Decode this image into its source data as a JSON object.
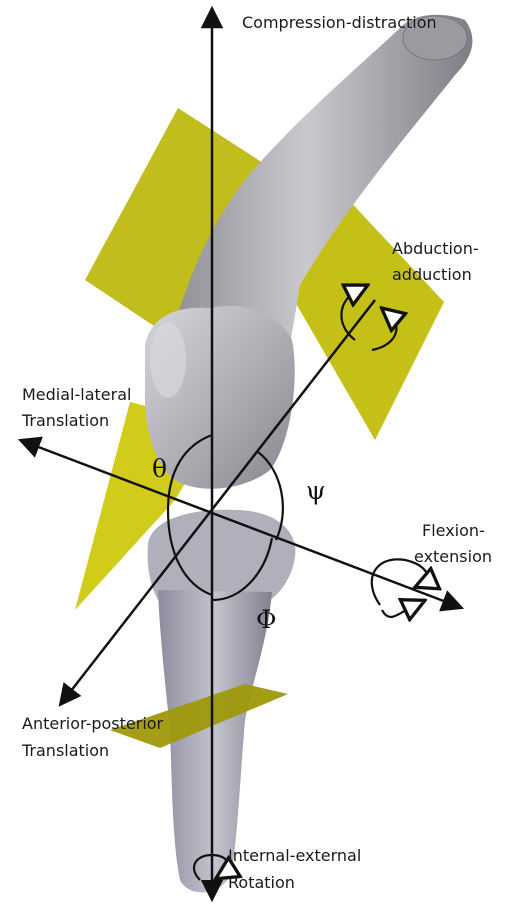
{
  "labels": {
    "compression": "Compression-distraction",
    "abduction_line1": "Abduction-",
    "abduction_line2": "adduction",
    "medial_line1": "Medial-lateral",
    "medial_line2": "Translation",
    "flexion_line1": "Flexion-",
    "flexion_line2": "extension",
    "anterior_line1": "Anterior-posterior",
    "anterior_line2": "Translation",
    "internal_line1": "Internal-external",
    "internal_line2": "Rotation"
  },
  "angles": {
    "theta": "θ",
    "psi": "ψ",
    "phi": "Φ"
  },
  "colors": {
    "plane": "#bdb80a",
    "plane_dark": "#8f8b05",
    "bone": "#a9a9ae",
    "bone_light": "#cfcfd4",
    "bone_dark": "#7d7d84",
    "tibia": "#9d9dad",
    "axis": "#111111"
  }
}
